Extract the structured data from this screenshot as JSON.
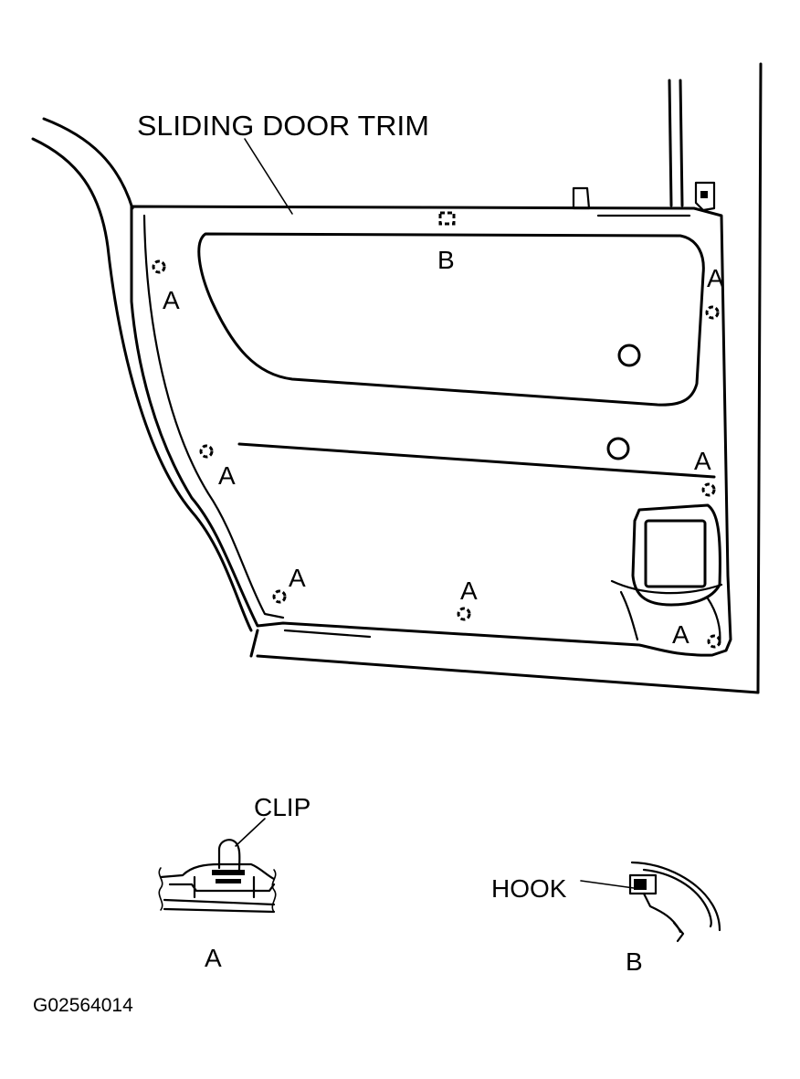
{
  "labels": {
    "title": "SLIDING DOOR TRIM",
    "b_main": "B",
    "a_label": "A",
    "clip": "CLIP",
    "hook": "HOOK",
    "detail_a": "A",
    "detail_b": "B",
    "figure_id": "G02564014"
  },
  "colors": {
    "ink": "#000000",
    "paper": "#ffffff"
  }
}
